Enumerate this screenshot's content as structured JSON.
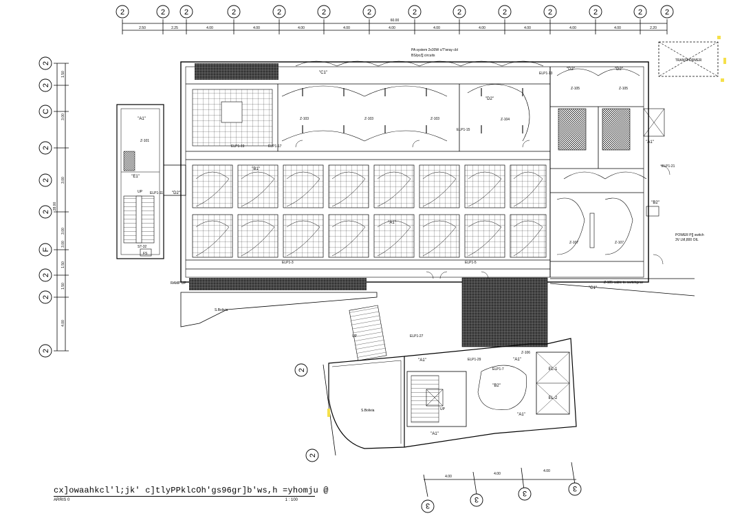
{
  "top_grid": {
    "bubbles": [
      "2",
      "2",
      "2",
      "2",
      "2",
      "2",
      "2",
      "2",
      "2",
      "2",
      "2",
      "2",
      "2",
      "2"
    ],
    "overall_dim": "60.00",
    "segment_dims": [
      "2.50",
      "2.25",
      "4.00",
      "4.00",
      "4.00",
      "4.00",
      "4.00",
      "4.00",
      "4.00",
      "4.00",
      "4.00",
      "4.00",
      "2.20"
    ]
  },
  "left_grid": {
    "bubbles": [
      "2",
      "2",
      "C",
      "2",
      "2",
      "2",
      "F",
      "2",
      "2",
      "2"
    ],
    "overall_dim": "28.00",
    "segment_dims": [
      "1.50",
      "3.00",
      "3.00",
      "3.00",
      "3.00",
      "1.50",
      "1.50",
      "4.00"
    ]
  },
  "bottom_grid": {
    "bubbles": [
      "3",
      "3",
      "3",
      "3"
    ],
    "segment_dims": [
      "4.00",
      "4.00",
      "4.00"
    ]
  },
  "annex_bubbles": [
    "2",
    "2"
  ],
  "room_tags": {
    "c1_top": "\"C1\"",
    "d2_top1": "\"D2\"",
    "d2_top2": "\"D2\"",
    "d2_mid": "\"D2\"",
    "a1_left": "\"A1\"",
    "a1_right": "\"A1\"",
    "e1": "\"E1\"",
    "d2_left": "\"D2\"",
    "b1": "\"B1\"",
    "c1_bottom": "\"C1\"",
    "a1_center": "\"A1\"",
    "b2_right": "\"B2\"",
    "a1_annex1": "\"A1\"",
    "a1_annex2": "\"A1\"",
    "a1_annex3": "\"A1\"",
    "a1_annex4": "\"A1\"",
    "b2_annex": "\"B2\"",
    "el1": "EL-1",
    "el2": "EL-2"
  },
  "notes": {
    "transformer": "TRANSFORMER",
    "pa_note1": "PA system 2x30W c/T'wray cbl",
    "pa_note2": "BS/pc/[] circuits",
    "ramp_up": "RAMP UP",
    "st_label": "ST-32",
    "fs": "FS",
    "up1": "UP",
    "up2": "UP",
    "up3": "UP",
    "podium1": "S.Bolivia",
    "podium2": "S.Bolivia",
    "power_note1": "POWER P[] switch",
    "power_note2": "3V LM,800 OIL",
    "circuit_note": "Z-105 cable to switchgear",
    "z103a": "Z-103",
    "z103b": "Z-103",
    "z103c": "Z-103",
    "z104": "Z-104",
    "z105a": "Z-105",
    "z105b": "Z-105",
    "z106": "Z-106",
    "z107a": "Z-107",
    "z107b": "Z-107",
    "z101": "Z-101",
    "elp13": "ELP1-13",
    "elp11": "ELP1-11",
    "elp15": "ELP1-15",
    "elp17": "ELP1-17",
    "elp19": "ELP1-19",
    "elp21": "ELP1-21",
    "elp27": "ELP1-27",
    "elp29": "ELP1-29",
    "elp3": "ELP1-3",
    "elp5": "ELP1-5",
    "elp7": "ELP1-7"
  },
  "title_block": {
    "title": "cx]owaahkcl'l;jk' c]tlyPPklcOh'gs96gr]b'ws,h  =yhomju  @",
    "sub_left": "ARRIS 0",
    "scale": "1 : 100"
  }
}
